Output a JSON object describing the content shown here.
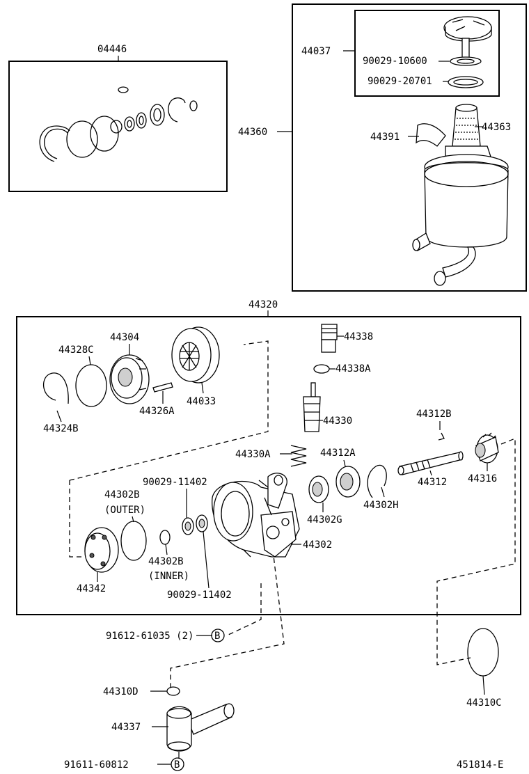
{
  "labels": {
    "p04446": "04446",
    "p44037": "44037",
    "p90029_10600": "90029-10600",
    "p90029_20701": "90029-20701",
    "p44360": "44360",
    "p44391": "44391",
    "p44363": "44363",
    "p44320": "44320",
    "p44304": "44304",
    "p44328C": "44328C",
    "p44033": "44033",
    "p44326A": "44326A",
    "p44324B": "44324B",
    "p44338": "44338",
    "p44338A": "44338A",
    "p44330": "44330",
    "p44312B": "44312B",
    "p44330A": "44330A",
    "p44312A": "44312A",
    "p44312": "44312",
    "p44316": "44316",
    "p90029_11402_top": "90029-11402",
    "p44302B_outer_1": "44302B",
    "p44302B_outer_2": "(OUTER)",
    "p44302G": "44302G",
    "p44302H": "44302H",
    "p44302": "44302",
    "p44302B_inner_1": "44302B",
    "p44302B_inner_2": "(INNER)",
    "p44342": "44342",
    "p90029_11402_bottom": "90029-11402",
    "p91612_61035": "91612-61035 (2)",
    "p44310D": "44310D",
    "p44337": "44337",
    "p91611_60812": "91611-60812",
    "p44310C": "44310C",
    "ref_b1": "B",
    "ref_b2": "B",
    "diagram_number": "451814-E"
  },
  "icons": [
    "gasket-kit-icon",
    "reservoir-icon",
    "pump-housing-icon",
    "pump-shaft-icon",
    "union-fitting-icon",
    "o-ring-icon",
    "snap-ring-icon",
    "flow-valve-icon"
  ]
}
